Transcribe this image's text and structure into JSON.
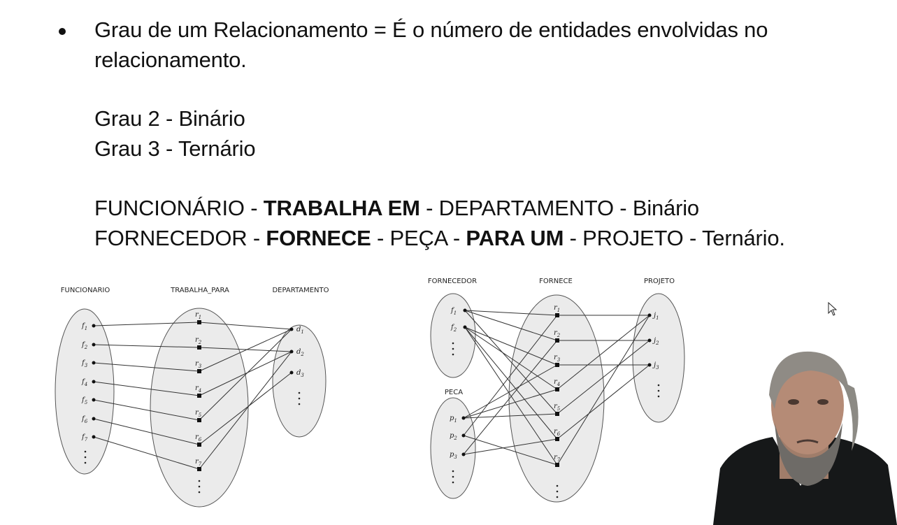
{
  "slide": {
    "bullet_line1": "Grau de um Relacionamento = É o número de entidades envolvidas no",
    "bullet_line2": "relacionamento.",
    "grau2": "Grau 2 - Binário",
    "grau3": "Grau 3 - Ternário",
    "ex1": {
      "a": "FUNCIONÁRIO - ",
      "b": "TRABALHA EM",
      "c": " - DEPARTAMENTO - Binário"
    },
    "ex2": {
      "a": "FORNECEDOR - ",
      "b": "FORNECE",
      "c": " - PEÇA - ",
      "d": "PARA UM",
      "e": " - PROJETO - Ternário."
    }
  },
  "diagram_left": {
    "headers": [
      "FUNCIONARIO",
      "TRABALHA_PARA",
      "DEPARTAMENTO"
    ],
    "f_labels": [
      "f1",
      "f2",
      "f3",
      "f4",
      "f5",
      "f6",
      "f7"
    ],
    "r_labels": [
      "r1",
      "r2",
      "r3",
      "r4",
      "r5",
      "r6",
      "r7"
    ],
    "d_labels": [
      "d1",
      "d2",
      "d3"
    ]
  },
  "diagram_right": {
    "headers": [
      "FORNECEDOR",
      "FORNECE",
      "PROJETO",
      "PECA"
    ],
    "f_labels": [
      "f1",
      "f2"
    ],
    "p_labels": [
      "p1",
      "p2",
      "p3"
    ],
    "r_labels": [
      "r1",
      "r2",
      "r3",
      "r4",
      "r5",
      "r6",
      "r7"
    ],
    "j_labels": [
      "j1",
      "j2",
      "j3"
    ]
  },
  "colors": {
    "ellipse_fill": "#ebebeb",
    "ellipse_stroke": "#555555",
    "line": "#333333"
  },
  "icons": [
    "cursor-icon",
    "presenter-webcam"
  ]
}
